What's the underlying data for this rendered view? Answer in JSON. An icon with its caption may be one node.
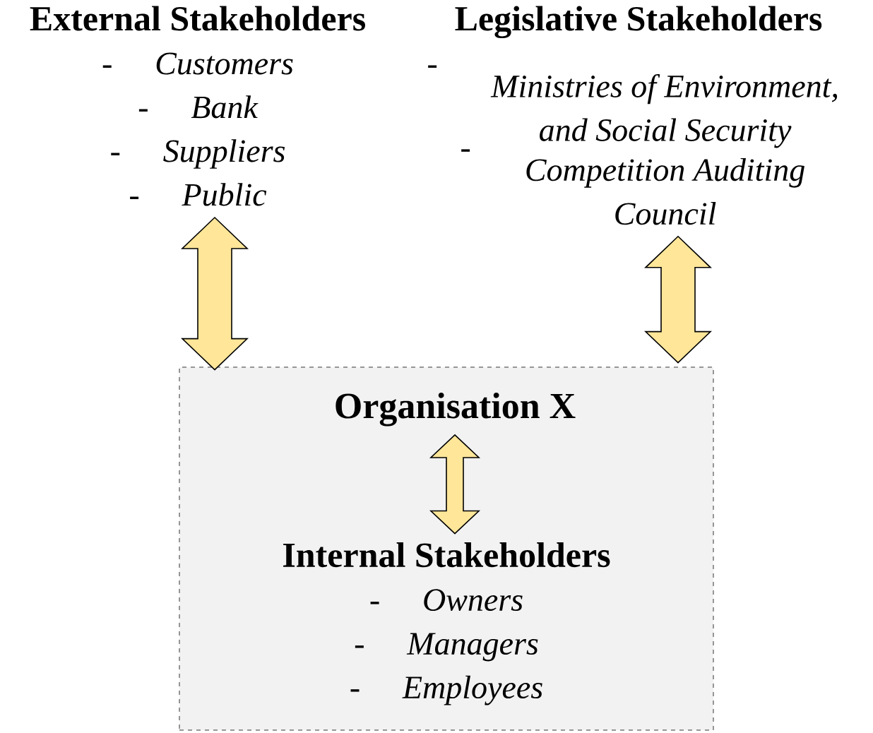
{
  "diagram": {
    "nodes": [
      {
        "text": [
          "External Stakeholders",
          "-",
          "Customers",
          "-",
          "Bank",
          "-",
          "Suppliers",
          "-",
          "Public"
        ]
      },
      {
        "text": [
          "Legislative Stakeholders",
          "-",
          "Ministries of Environment, and Social Security",
          "-",
          "Competition Auditing Council"
        ]
      },
      {
        "text": [],
        "shape": "box"
      },
      {
        "text": [
          "Organisation X"
        ],
        "in": 2
      },
      {
        "text": [
          "Internal Stakeholders",
          "-",
          "Owners",
          "-",
          "Managers",
          "-",
          "Employees"
        ],
        "in": 2
      }
    ],
    "edges": [
      {
        "from": 0,
        "to": 2,
        "arrow": "both"
      },
      {
        "from": 1,
        "to": 2,
        "arrow": "both"
      },
      {
        "from": 3,
        "to": 4,
        "arrow": "both"
      }
    ]
  }
}
